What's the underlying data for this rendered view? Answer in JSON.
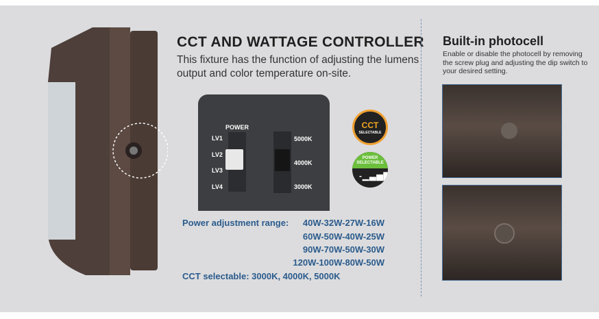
{
  "left": {
    "title": "CCT AND WATTAGE CONTROLLER",
    "description": "This fixture has the function of adjusting the lumens output and color temperature on-site."
  },
  "controller": {
    "power_label": "POWER",
    "levels": [
      "LV1",
      "LV2",
      "LV3",
      "LV4"
    ],
    "cct": [
      "5000K",
      "4000K",
      "3000K"
    ]
  },
  "badges": {
    "cct_top": "CCT",
    "cct_bottom": "SELECTABLE",
    "power_top": "POWER",
    "power_bottom": "SELECTABLE"
  },
  "specs": {
    "power_label": "Power adjustment range:",
    "power_values": [
      "40W-32W-27W-16W",
      "60W-50W-40W-25W",
      "90W-70W-50W-30W",
      "120W-100W-80W-50W"
    ],
    "cct_line": "CCT selectable: 3000K, 4000K, 5000K"
  },
  "right": {
    "title": "Built-in photocell",
    "description": "Enable or disable the photocell by removing the screw plug and adjusting the dip switch to your desired setting."
  }
}
